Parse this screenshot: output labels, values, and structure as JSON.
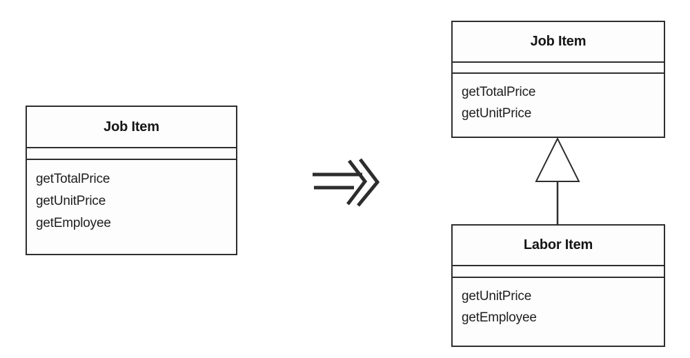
{
  "before": {
    "class": {
      "name": "Job Item",
      "attributes": [],
      "methods": [
        "getTotalPrice",
        "getUnitPrice",
        "getEmployee"
      ]
    }
  },
  "transform": {
    "arrow": "double-chevron-right-arrow"
  },
  "after": {
    "superclass": {
      "name": "Job Item",
      "attributes": [],
      "methods": [
        "getTotalPrice",
        "getUnitPrice"
      ]
    },
    "subclass": {
      "name": "Labor Item",
      "attributes": [],
      "methods": [
        "getUnitPrice",
        "getEmployee"
      ]
    },
    "relationship": {
      "type": "generalization",
      "from": "Labor Item",
      "to": "Job Item"
    }
  },
  "colors": {
    "background": "#ffffff",
    "line": "#2d2d2d",
    "text": "#1e1e1e"
  }
}
